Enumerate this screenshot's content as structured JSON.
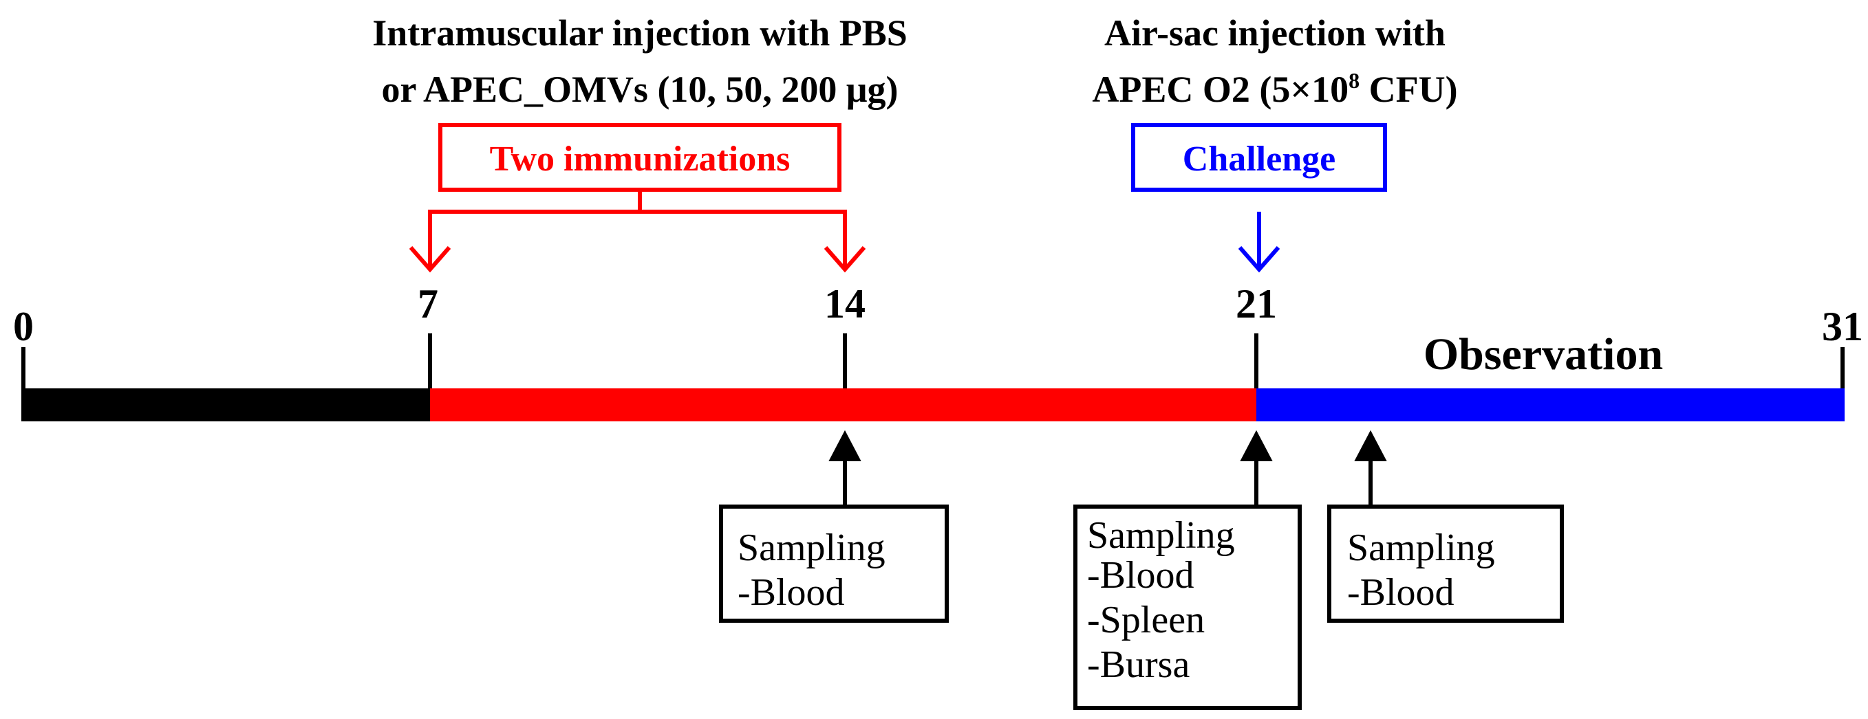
{
  "title_left": {
    "line1": "Intramuscular injection with PBS",
    "line2": "or APEC_OMVs (10, 50, 200 μg)"
  },
  "title_right": {
    "line1": "Air-sac injection with",
    "line2_prefix": "APEC O2 (5×10",
    "line2_sup": "8",
    "line2_suffix": " CFU)"
  },
  "immunization_box": {
    "label": "Two immunizations",
    "color": "#ff0000"
  },
  "challenge_box": {
    "label": "Challenge",
    "color": "#0000ff"
  },
  "timeline": {
    "colors": {
      "pre": "#000000",
      "immunization": "#ff0000",
      "observation": "#0000ff"
    },
    "ticks": [
      "0",
      "7",
      "14",
      "21",
      "31"
    ],
    "observation_label": "Observation"
  },
  "sampling": [
    {
      "title": "Sampling",
      "items": [
        "-Blood"
      ]
    },
    {
      "title": "Sampling",
      "items": [
        "-Blood",
        "-Spleen",
        "-Bursa"
      ]
    },
    {
      "title": "Sampling",
      "items": [
        "-Blood"
      ]
    }
  ]
}
